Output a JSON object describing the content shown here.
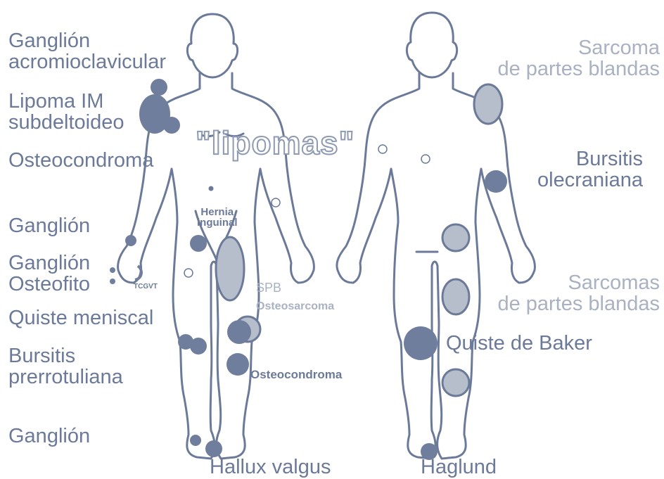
{
  "colors": {
    "outline": "#6c7a99",
    "dark_lesion": "#6f7e9c",
    "light_lesion": "#b6bdcb",
    "dark_text": "#6c7a99",
    "light_text": "#a9b1c3"
  },
  "labels": {
    "ganglion_acromio_1": "Ganglión",
    "ganglion_acromio_2": "acromioclavicular",
    "lipoma_im_1": "Lipoma IM",
    "lipoma_im_2": "subdeltoideo",
    "osteocondroma_left": "Osteocondroma",
    "ganglion_wrist": "Ganglión",
    "ganglion_hand": "Ganglión",
    "osteofito": "Osteofito",
    "tcgvt": "TCGVT",
    "quiste_meniscal": "Quiste meniscal",
    "bursitis_prerrot_1": "Bursitis",
    "bursitis_prerrot_2": "prerrotuliana",
    "ganglion_foot": "Ganglión",
    "hallux": "Hallux valgus",
    "hernia_1": "Hernia",
    "hernia_2": "inguinal",
    "lipomas": "\"lipomas\"",
    "spb": "SPB",
    "osteosarcoma": "Osteosarcoma",
    "osteocondroma_knee": "Osteocondroma",
    "sarcoma_1": "Sarcoma",
    "sarcoma_2": "de partes blandas",
    "bursitis_olec_1": "Bursitis",
    "bursitis_olec_2": "olecraniana",
    "sarcomas_1": "Sarcomas",
    "sarcomas_2": "de partes blandas",
    "quiste_baker": "Quiste de Baker",
    "haglund": "Haglund"
  }
}
